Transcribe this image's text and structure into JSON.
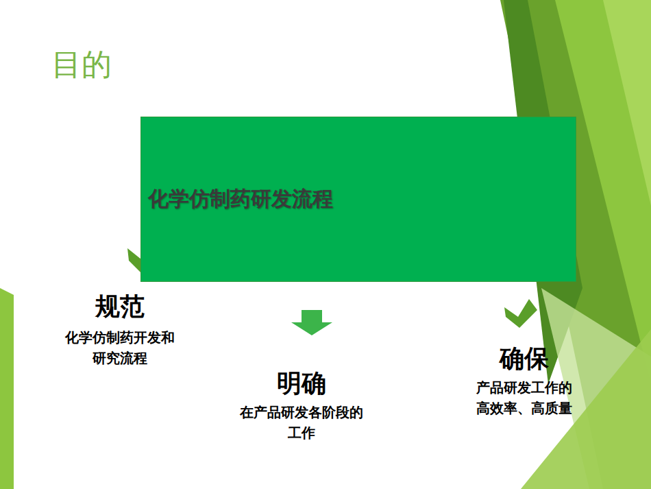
{
  "diagram": {
    "title": "目的",
    "nodes": [
      {
        "text": [
          "化学仿制药研发流程"
        ]
      }
    ],
    "edges": [],
    "labels": [
      "规范",
      "化学仿制药开发和 研究流程",
      "明确",
      "在产品研发各阶段的 工作",
      "确保",
      "产品研发工作的 高效率、高质量"
    ]
  }
}
